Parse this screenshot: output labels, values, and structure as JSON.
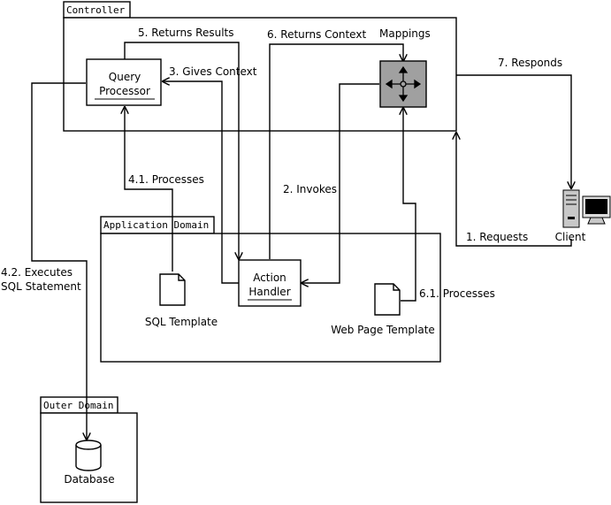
{
  "packages": {
    "controller": "Controller",
    "application_domain": "Application Domain",
    "outer_domain": "Outer Domain"
  },
  "nodes": {
    "query_processor": {
      "line1": "Query",
      "line2": "Processor"
    },
    "mappings": "Mappings",
    "action_handler": {
      "line1": "Action",
      "line2": "Handler"
    },
    "sql_template": "SQL Template",
    "web_page_template": "Web Page Template",
    "database": "Database",
    "client": "Client"
  },
  "edges": {
    "requests": "1. Requests",
    "invokes": "2. Invokes",
    "gives_context": "3. Gives Context",
    "processes_sql": "4.1. Processes",
    "executes_sql_line1": "4.2. Executes",
    "executes_sql_line2": "SQL Statement",
    "returns_results": "5. Returns Results",
    "returns_context": "6. Returns Context",
    "processes_web": "6.1. Processes",
    "responds": "7. Responds"
  },
  "colors": {
    "mappings_fill": "#a0a0a0",
    "line": "#000000"
  }
}
